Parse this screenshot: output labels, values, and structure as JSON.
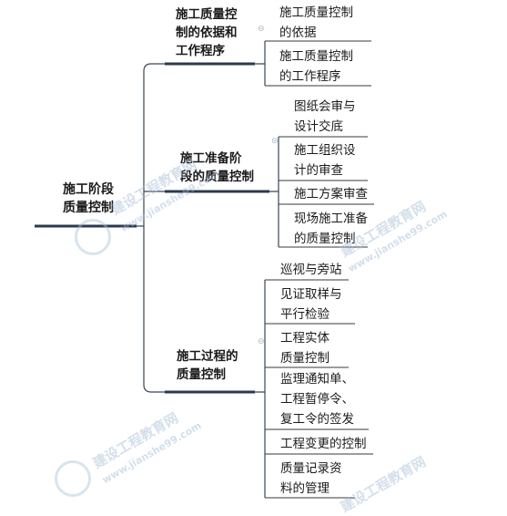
{
  "root": {
    "label": "施工阶段\n质量控制"
  },
  "branches": [
    {
      "label": "施工质量控\n制的依据和\n工作程序",
      "children": [
        "施工质量控制\n的依据",
        "施工质量控制\n的工作程序"
      ]
    },
    {
      "label": "施工准备阶\n段的质量控制",
      "children": [
        "图纸会审与\n设计交底",
        "施工组织设\n计的审查",
        "施工方案审查",
        "现场施工准备\n的质量控制"
      ]
    },
    {
      "label": "施工过程的\n质量控制",
      "children": [
        "巡视与旁站",
        "见证取样与\n平行检验",
        "工程实体\n质量控制",
        "监理通知单、\n工程暂停令、\n复工令的签发",
        "工程变更的控制",
        "质量记录资\n料的管理"
      ]
    }
  ],
  "toggle_symbol": "⊖",
  "watermarks": [
    "建设工程教育网",
    "www.jianshe99.com"
  ],
  "colors": {
    "line": "#2b3a4e",
    "leaf_line": "#3a3a3a",
    "text": "#1a1a1a"
  }
}
